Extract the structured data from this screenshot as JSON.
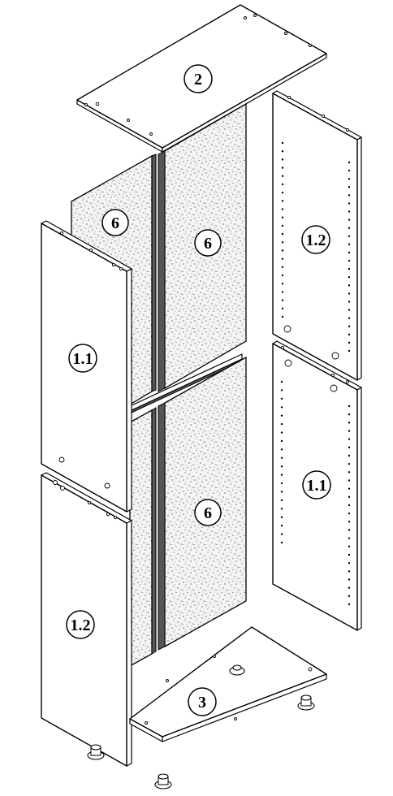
{
  "labels": {
    "top_panel": "2",
    "back_panel_upper_left": "6",
    "back_panel_upper_right": "6",
    "back_panel_lower_right": "6",
    "left_side_upper": "1.1",
    "left_side_lower": "1.2",
    "right_side_upper": "1.2",
    "right_side_lower": "1.1",
    "bottom_panel": "3"
  }
}
